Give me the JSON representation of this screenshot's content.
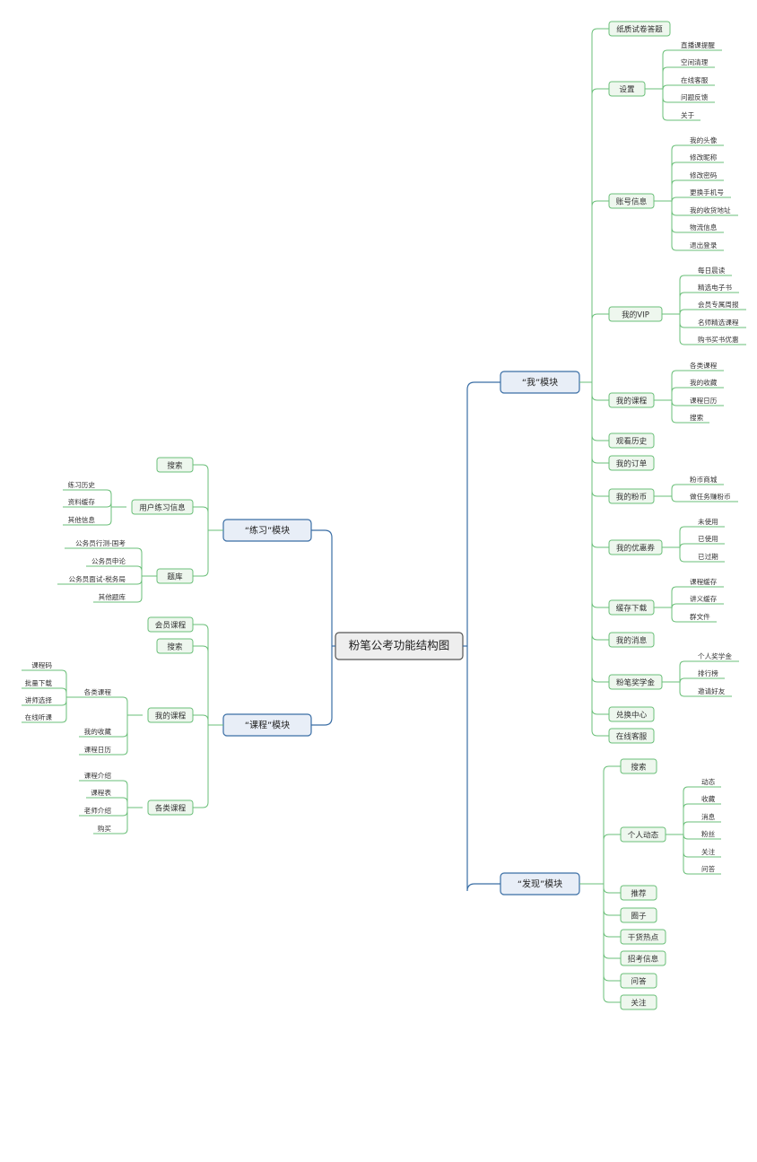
{
  "title": "粉笔公考功能结构图",
  "colors": {
    "main": "#3a6ea5",
    "sub": "#6abf78",
    "root_fill": "#eeeeee"
  },
  "branches": [
    {
      "label": "“我”模块",
      "children": [
        {
          "label": "纸质试卷答题"
        },
        {
          "label": "设置",
          "children": [
            "直播课提醒",
            "空间清理",
            "在线客服",
            "问题反馈",
            "关于"
          ]
        },
        {
          "label": "账号信息",
          "children": [
            "我的头像",
            "修改昵称",
            "修改密码",
            "更换手机号",
            "我的收货地址",
            "物流信息",
            "退出登录"
          ]
        },
        {
          "label": "我的VIP",
          "children": [
            "每日晨读",
            "精选电子书",
            "会员专属周报",
            "名师精选课程",
            "购书买书优惠"
          ]
        },
        {
          "label": "我的课程",
          "children": [
            "各类课程",
            "我的收藏",
            "课程日历",
            "搜索"
          ]
        },
        {
          "label": "观看历史"
        },
        {
          "label": "我的订单"
        },
        {
          "label": "我的粉币",
          "children": [
            "粉币商城",
            "做任务赚粉币"
          ]
        },
        {
          "label": "我的优惠券",
          "children": [
            "未使用",
            "已使用",
            "已过期"
          ]
        },
        {
          "label": "缓存下载",
          "children": [
            "课程缓存",
            "讲义缓存",
            "群文件"
          ]
        },
        {
          "label": "我的消息"
        },
        {
          "label": "粉笔奖学金",
          "children": [
            "个人奖学金",
            "排行榜",
            "邀请好友"
          ]
        },
        {
          "label": "兑换中心"
        },
        {
          "label": "在线客服"
        }
      ]
    },
    {
      "label": "“发现”模块",
      "children": [
        {
          "label": "搜索"
        },
        {
          "label": "个人动态",
          "children": [
            "动态",
            "收藏",
            "消息",
            "粉丝",
            "关注",
            "问答"
          ]
        },
        {
          "label": "推荐"
        },
        {
          "label": "圈子"
        },
        {
          "label": "干货热点"
        },
        {
          "label": "招考信息"
        },
        {
          "label": "问答"
        },
        {
          "label": "关注"
        }
      ]
    },
    {
      "label": "“练习”模块",
      "children": [
        {
          "label": "搜索"
        },
        {
          "label": "用户练习信息",
          "children": [
            "练习历史",
            "资料缓存",
            "其他信息"
          ]
        },
        {
          "label": "题库",
          "children": [
            "公务员行测-国考",
            "公务员申论",
            "公务员面试-税务局",
            "其他题库"
          ]
        }
      ]
    },
    {
      "label": "“课程”模块",
      "children": [
        {
          "label": "会员课程"
        },
        {
          "label": "搜索"
        },
        {
          "label": "我的课程",
          "children": [
            {
              "label": "各类课程",
              "children": [
                "课程码",
                "批量下载",
                "讲师选择",
                "在线听课"
              ]
            },
            "我的收藏",
            "课程日历"
          ]
        },
        {
          "label": "各类课程",
          "children": [
            "课程介绍",
            "课程表",
            "老师介绍",
            "购买"
          ]
        }
      ]
    }
  ]
}
